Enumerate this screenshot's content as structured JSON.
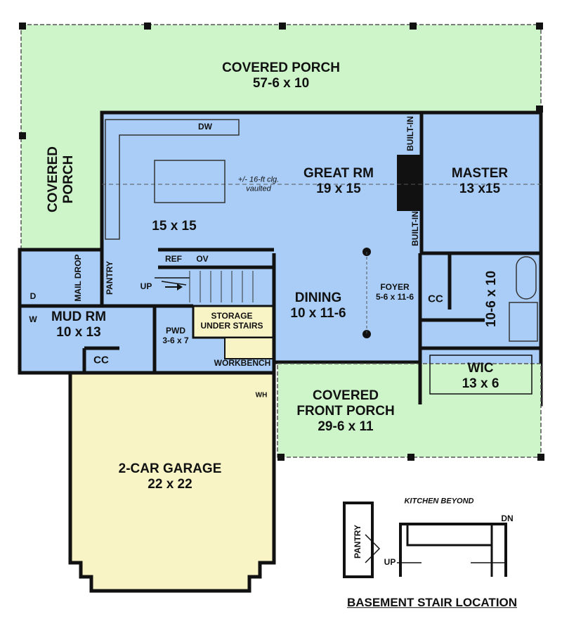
{
  "colors": {
    "living": "#a9cdf7",
    "porch": "#cdf5c9",
    "garage": "#f8f4c6",
    "wall": "#111111"
  },
  "rooms": {
    "covered_porch_top": {
      "name": "COVERED PORCH",
      "size": "57-6 x 10"
    },
    "covered_porch_side": {
      "name1": "COVERED",
      "name2": "PORCH"
    },
    "kitchen": {
      "size": "15 x 15",
      "dw": "DW",
      "ref": "REF",
      "ov": "OV"
    },
    "ceiling_note": {
      "line1": "+/- 16-ft clg.",
      "line2": "vaulted"
    },
    "great_room": {
      "name": "GREAT RM",
      "size": "19 x 15",
      "built_in_1": "BUILT-IN",
      "built_in_2": "BUILT-IN"
    },
    "master": {
      "name": "MASTER",
      "size": "13 x15"
    },
    "pantry": {
      "name": "PANTRY"
    },
    "mail_drop": {
      "name": "MAIL DROP"
    },
    "stairs": {
      "label": "UP"
    },
    "mud_room": {
      "name": "MUD RM",
      "size": "10 x 13",
      "dryer": "D",
      "washer": "W",
      "closet": "CC"
    },
    "powder": {
      "name": "PWD",
      "size": "3-6 x 7"
    },
    "storage": {
      "line1": "STORAGE",
      "line2": "UNDER STAIRS"
    },
    "workbench": {
      "name": "WORKBENCH"
    },
    "water_heater": {
      "name": "WH"
    },
    "dining": {
      "name": "DINING",
      "size": "10 x 11-6"
    },
    "foyer": {
      "name": "FOYER",
      "size": "5-6 x 11-6",
      "closet": "CC"
    },
    "master_bath": {
      "size": "10-6 x 10"
    },
    "wic": {
      "name": "WIC",
      "size": "13 x 6"
    },
    "front_porch": {
      "line1": "COVERED",
      "line2": "FRONT PORCH",
      "size": "29-6 x 11"
    },
    "garage": {
      "name": "2-CAR GARAGE",
      "size": "22 x 22"
    }
  },
  "inset": {
    "title": "BASEMENT STAIR LOCATION",
    "kitchen_beyond": "KITCHEN BEYOND",
    "pantry": "PANTRY",
    "up": "UP",
    "dn": "DN"
  }
}
